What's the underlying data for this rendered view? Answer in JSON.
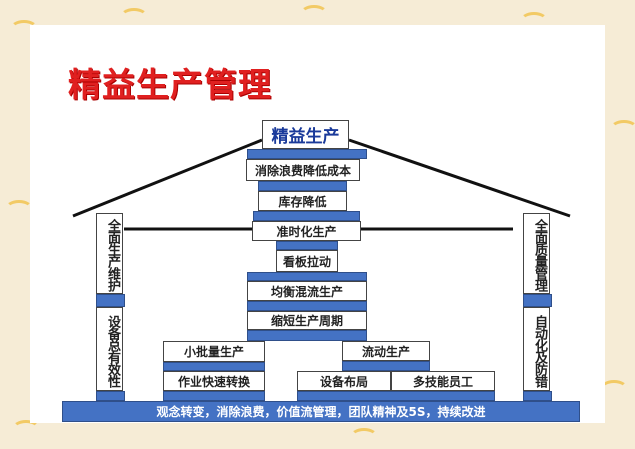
{
  "title": "精益生产管理",
  "roof": "精益生产",
  "levels": {
    "goal": "消除浪费降低成本",
    "inventory": "库存降低",
    "jit": "准时化生产",
    "kanban": "看板拉动",
    "leveling": "均衡混流生产",
    "cycle": "缩短生产周期",
    "small_batch": "小批量生产",
    "quick_change": "作业快速转换",
    "flow": "流动生产",
    "layout": "设备布局",
    "multi_skill": "多技能员工"
  },
  "left_pillar": {
    "top": "全面生产维护",
    "bottom": "设备总有效性"
  },
  "right_pillar": {
    "top": "全面质量管理",
    "bottom": "自动化及防错"
  },
  "foundation": "观念转变，消除浪费，价值流管理，团队精神及5S，持续改进",
  "colors": {
    "blue": "#4472c4",
    "title_red": "#e02020",
    "roof_text": "#1a3a9a"
  }
}
